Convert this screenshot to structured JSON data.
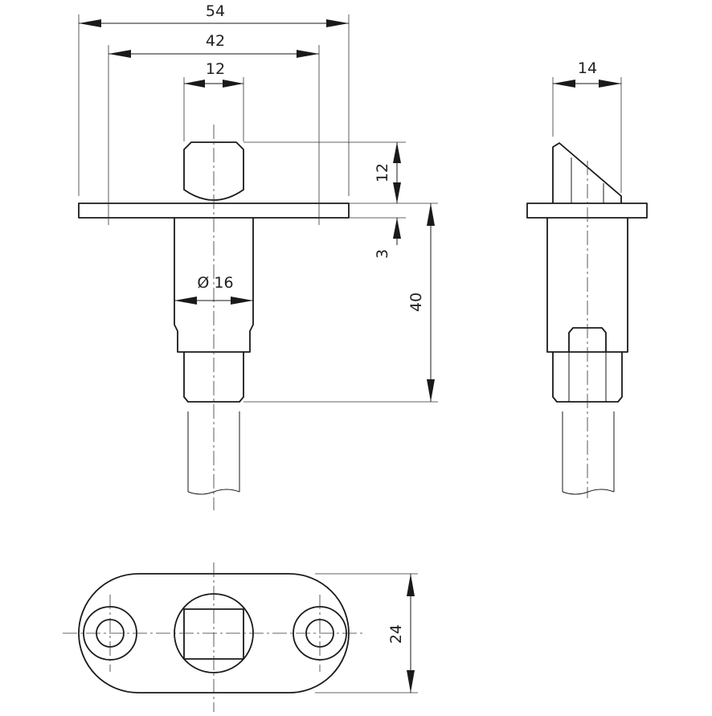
{
  "dimensions": {
    "width_total": "54",
    "hole_spacing": "42",
    "bolt_width": "12",
    "bolt_height": "12",
    "flange_thickness": "3",
    "body_diameter": "Ø 16",
    "body_length": "40",
    "side_width": "14",
    "base_height": "24"
  },
  "colors": {
    "line": "#1a1a1a",
    "background": "#ffffff"
  }
}
